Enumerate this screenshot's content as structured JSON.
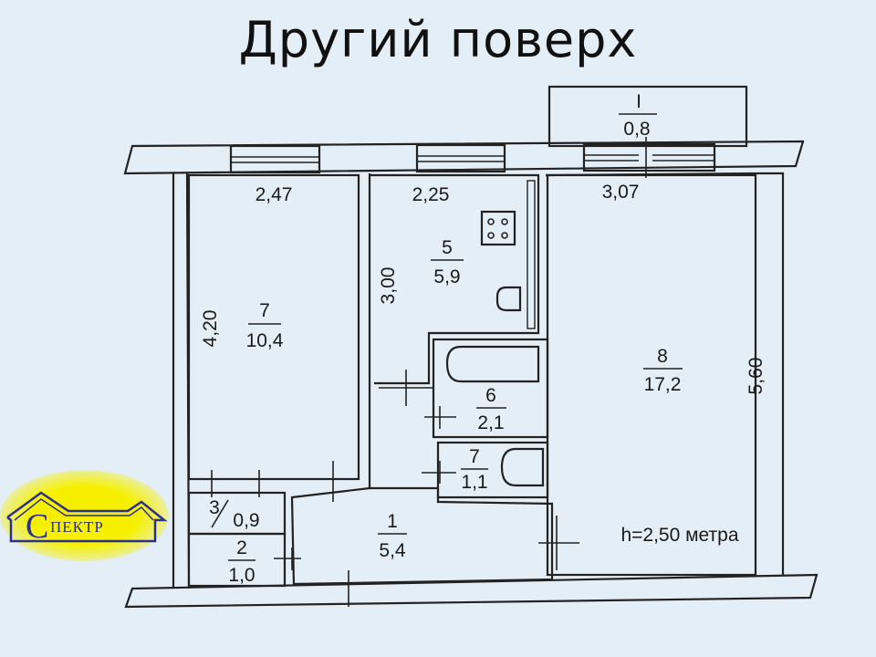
{
  "title": "Другий поверх",
  "logo_text": "СПЕКТР",
  "balcony": {
    "number": "I",
    "area": "0,8"
  },
  "dimensions": {
    "room7_width": "2,47",
    "kitchen_width": "2,25",
    "room8_width": "3,07",
    "room7_length": "4,20",
    "kitchen_length": "3,00",
    "room8_length": "5,60"
  },
  "rooms": [
    {
      "number": "7",
      "area": "10,4"
    },
    {
      "number": "5",
      "area": "5,9"
    },
    {
      "number": "8",
      "area": "17,2"
    },
    {
      "number": "6",
      "area": "2,1"
    },
    {
      "number": "7",
      "area": "1,1"
    },
    {
      "number": "1",
      "area": "5,4"
    },
    {
      "number": "3",
      "area": "0,9"
    },
    {
      "number": "2",
      "area": "1,0"
    }
  ],
  "ceiling_height": "h=2,50 метра",
  "colors": {
    "background": "#e4eef6",
    "logo_glow": "#f6f000",
    "logo_ink": "#2b2f8a"
  }
}
